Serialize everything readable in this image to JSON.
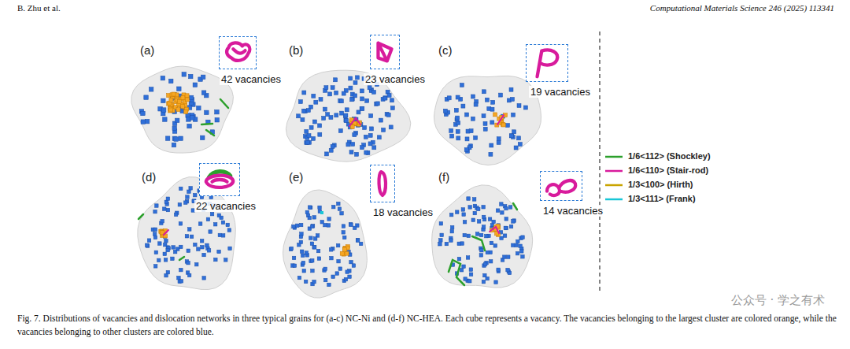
{
  "diagram": {
    "caption": "Fig. 7. Distributions of vacancies and dislocation networks in three typical grains for (a-c) NC-Ni and (d-f) NC-HEA. Each cube represents a vacancy. The vacancies belonging to the largest cluster are colored orange, while the vacancies belonging to other clusters are colored blue.",
    "nodes": [
      {
        "text": [
          "42 vacancies"
        ]
      },
      {
        "text": [
          "23 vacancies"
        ]
      },
      {
        "text": [
          "19 vacancies"
        ]
      },
      {
        "text": [
          "22 vacancies"
        ]
      },
      {
        "text": [
          "18 vacancies"
        ]
      },
      {
        "text": [
          "14 vacancies"
        ]
      }
    ],
    "labels": [
      "B. Zhu et al.",
      "Computational Materials Science 246 (2025) 113341",
      "(a)",
      "(b)",
      "(c)",
      "(d)",
      "(e)",
      "(f)",
      "公众号 · 学之有术"
    ],
    "legend": [
      {
        "text": "1/6<112> (Shockley)"
      },
      {
        "text": "1/6<110> (Stair-rod)"
      },
      {
        "text": "1/3<100> (Hirth)"
      },
      {
        "text": "1/3<111> (Frank)"
      }
    ]
  }
}
